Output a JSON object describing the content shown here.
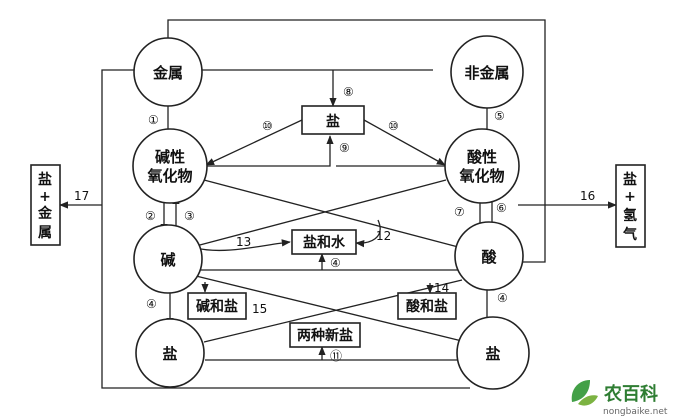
{
  "nodes": {
    "metal": "金属",
    "nonmetal": "非金属",
    "basic_oxide": [
      "碱性",
      "氧化物"
    ],
    "acidic_oxide": [
      "酸性",
      "氧化物"
    ],
    "base": "碱",
    "acid": "酸",
    "salt_left": "盐",
    "salt_right": "盐",
    "salt_top": "盐",
    "salt_water": "盐和水",
    "base_and_salt": "碱和盐",
    "acid_and_salt": "酸和盐",
    "two_new_salts": "两种新盐",
    "salt_metal": [
      "盐",
      "+",
      "金",
      "属"
    ],
    "salt_hydrogen": [
      "盐",
      "+",
      "氢",
      "气"
    ]
  },
  "numbers": {
    "n1": "①",
    "n2": "②",
    "n3": "③",
    "n4a": "④",
    "n4b": "④",
    "n4c": "④",
    "n5": "⑤",
    "n6": "⑥",
    "n7": "⑦",
    "n8": "⑧",
    "n9": "⑨",
    "n10a": "⑩",
    "n10b": "⑩",
    "n11": "⑪",
    "n12": "12",
    "n13": "13",
    "n14": "14",
    "n15": "15",
    "n16": "16",
    "n17": "17"
  },
  "watermark": {
    "name": "农百科",
    "url": "nongbaike.net"
  }
}
